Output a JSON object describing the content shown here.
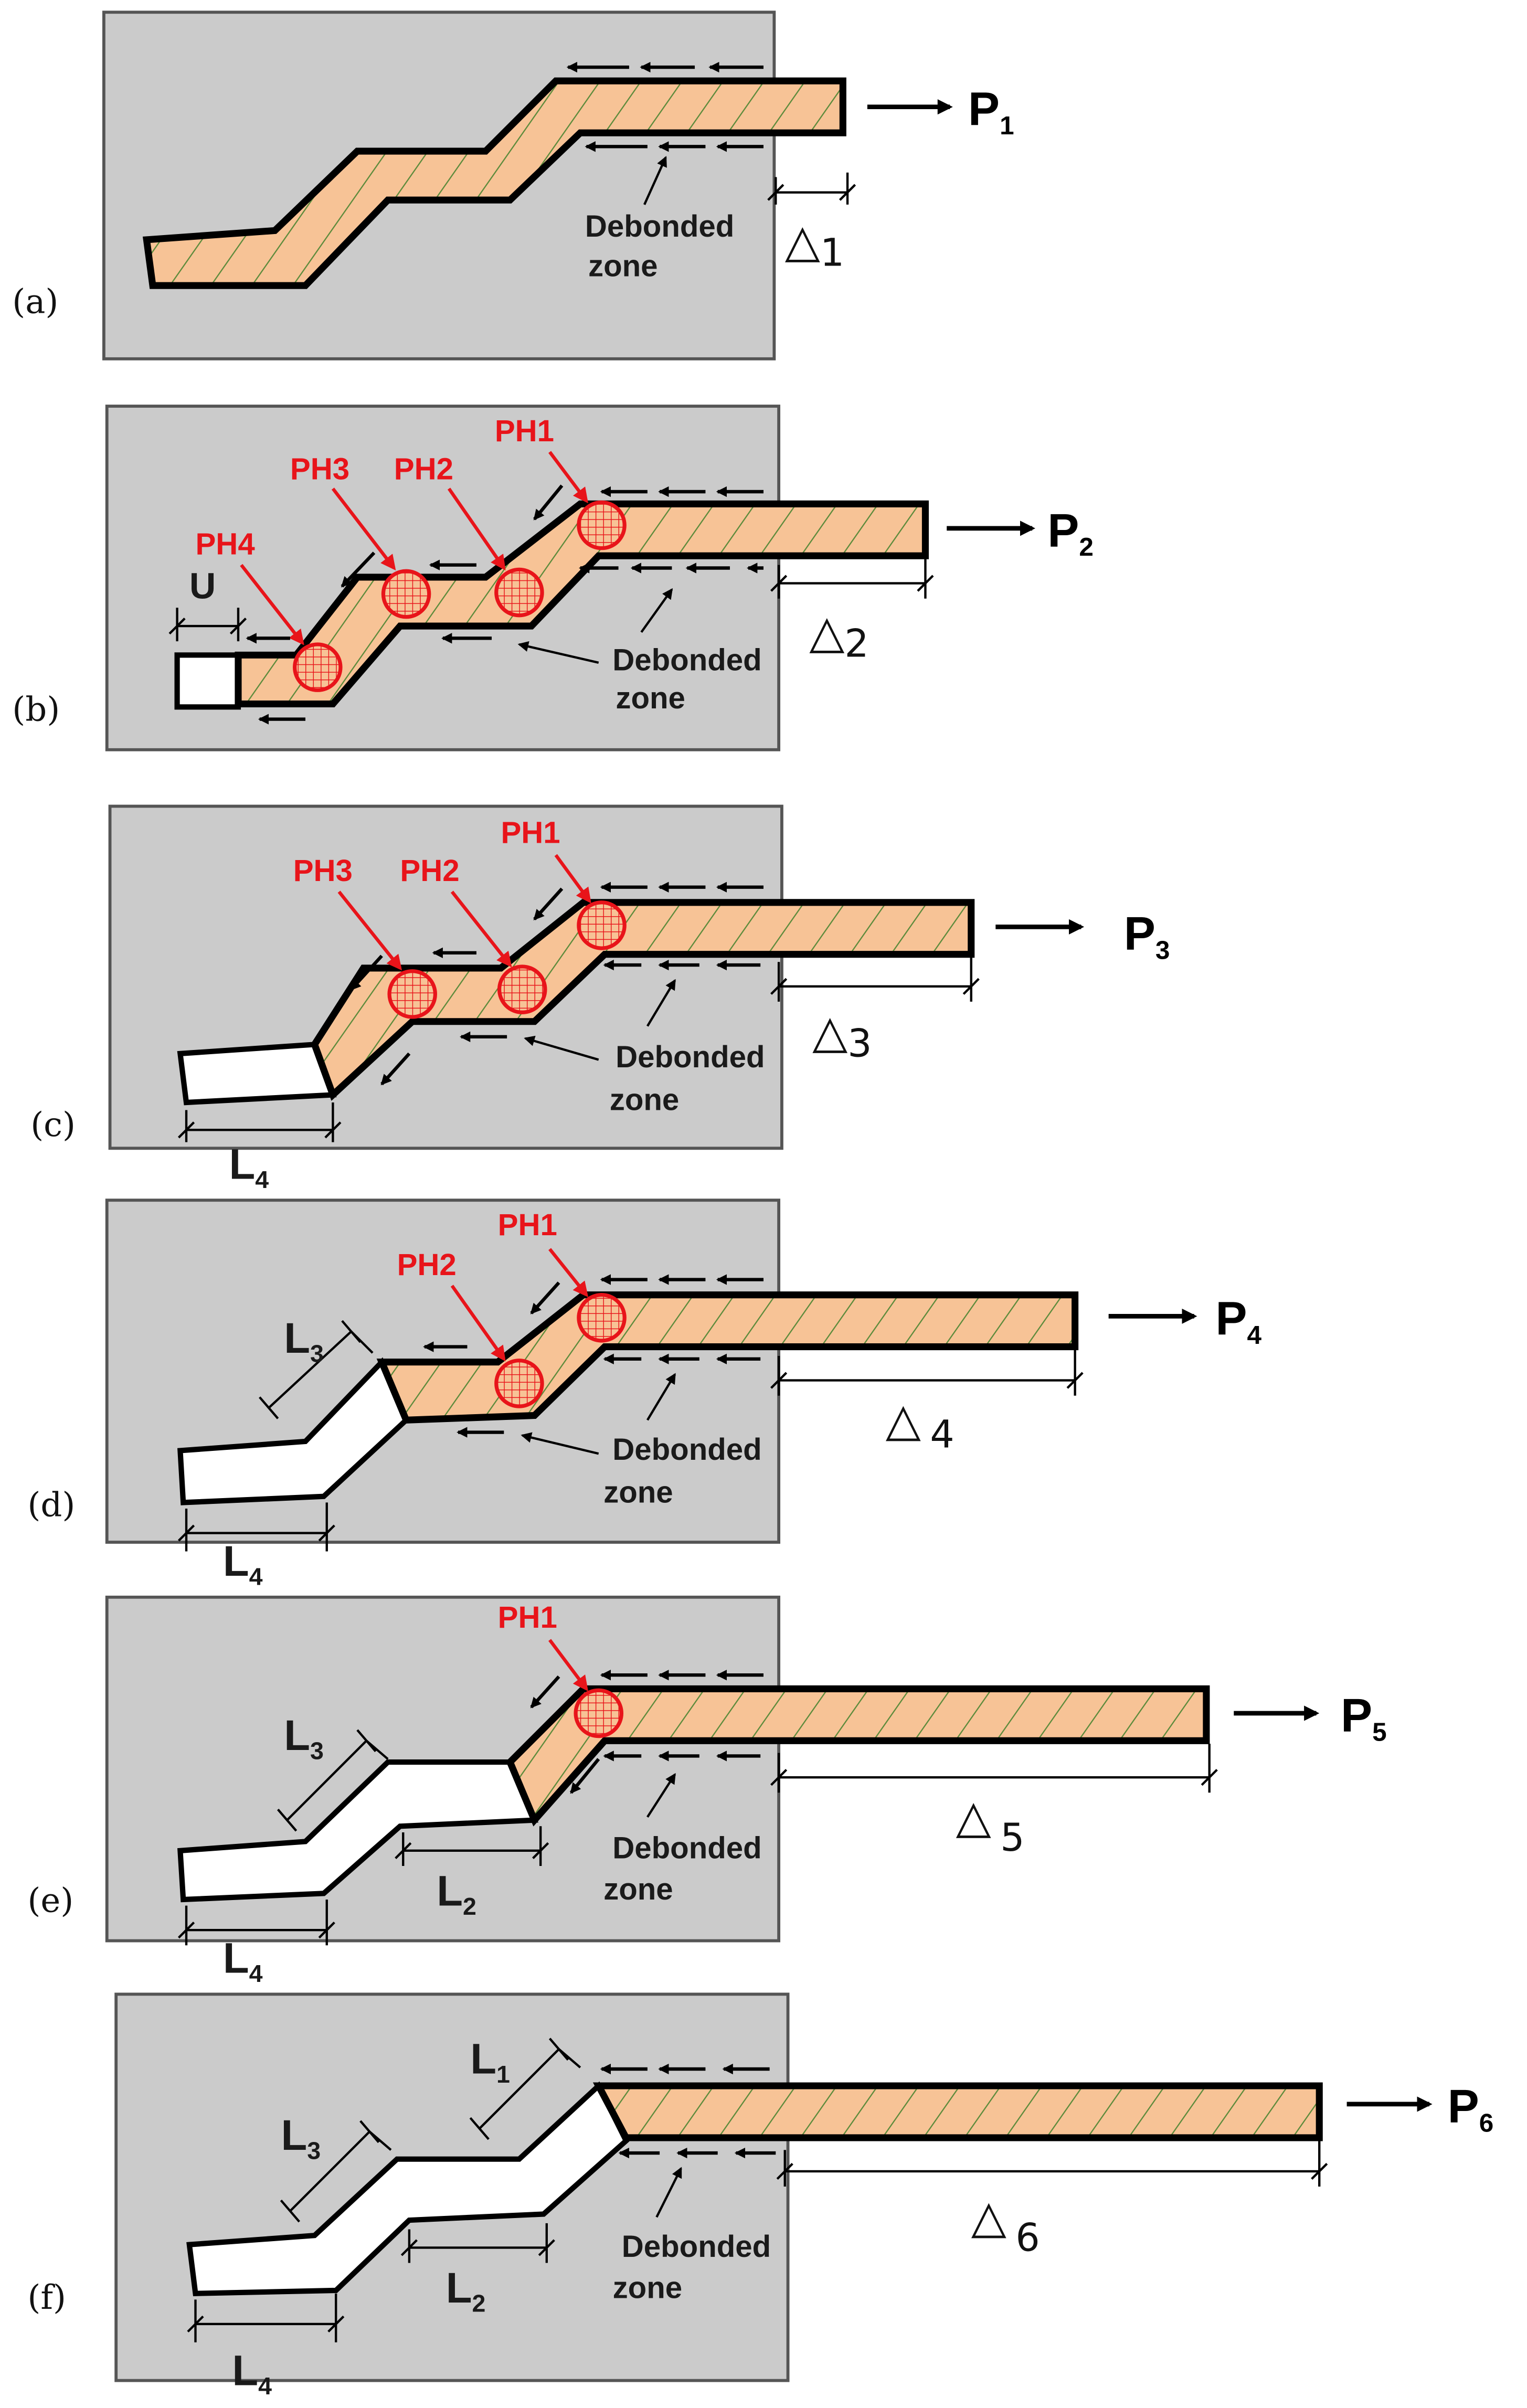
{
  "colors": {
    "concrete": "#cbcbcb",
    "plate_fill": "#f7c396",
    "hatch": "#5a8a3a",
    "hinge_red": "#e8141a",
    "void": "#ffffff",
    "outline": "#000000"
  },
  "common": {
    "debonded_line1": "Debonded",
    "debonded_line2": "zone",
    "delta_symbol": "△",
    "arrow": "→"
  },
  "panels": [
    {
      "id": "a",
      "label": "(a)",
      "P": "P",
      "P_sub": "1",
      "delta_sub": "1",
      "U": "",
      "hinges": []
    },
    {
      "id": "b",
      "label": "(b)",
      "P": "P",
      "P_sub": "2",
      "delta_sub": "2",
      "U": "U",
      "hinges": [
        "PH1",
        "PH2",
        "PH3",
        "PH4"
      ]
    },
    {
      "id": "c",
      "label": "(c)",
      "P": "P",
      "P_sub": "3",
      "delta_sub": "3",
      "L4": "L",
      "L4_sub": "4",
      "hinges": [
        "PH1",
        "PH2",
        "PH3"
      ]
    },
    {
      "id": "d",
      "label": "(d)",
      "P": "P",
      "P_sub": "4",
      "delta_sub": "4",
      "L4": "L",
      "L4_sub": "4",
      "L3": "L",
      "L3_sub": "3",
      "hinges": [
        "PH1",
        "PH2"
      ]
    },
    {
      "id": "e",
      "label": "(e)",
      "P": "P",
      "P_sub": "5",
      "delta_sub": "5",
      "L4": "L",
      "L4_sub": "4",
      "L3": "L",
      "L3_sub": "3",
      "L2": "L",
      "L2_sub": "2",
      "hinges": [
        "PH1"
      ]
    },
    {
      "id": "f",
      "label": "(f)",
      "P": "P",
      "P_sub": "6",
      "delta_sub": "6",
      "L4": "L",
      "L4_sub": "4",
      "L3": "L",
      "L3_sub": "3",
      "L2": "L",
      "L2_sub": "2",
      "L1": "L",
      "L1_sub": "1",
      "hinges": []
    }
  ]
}
